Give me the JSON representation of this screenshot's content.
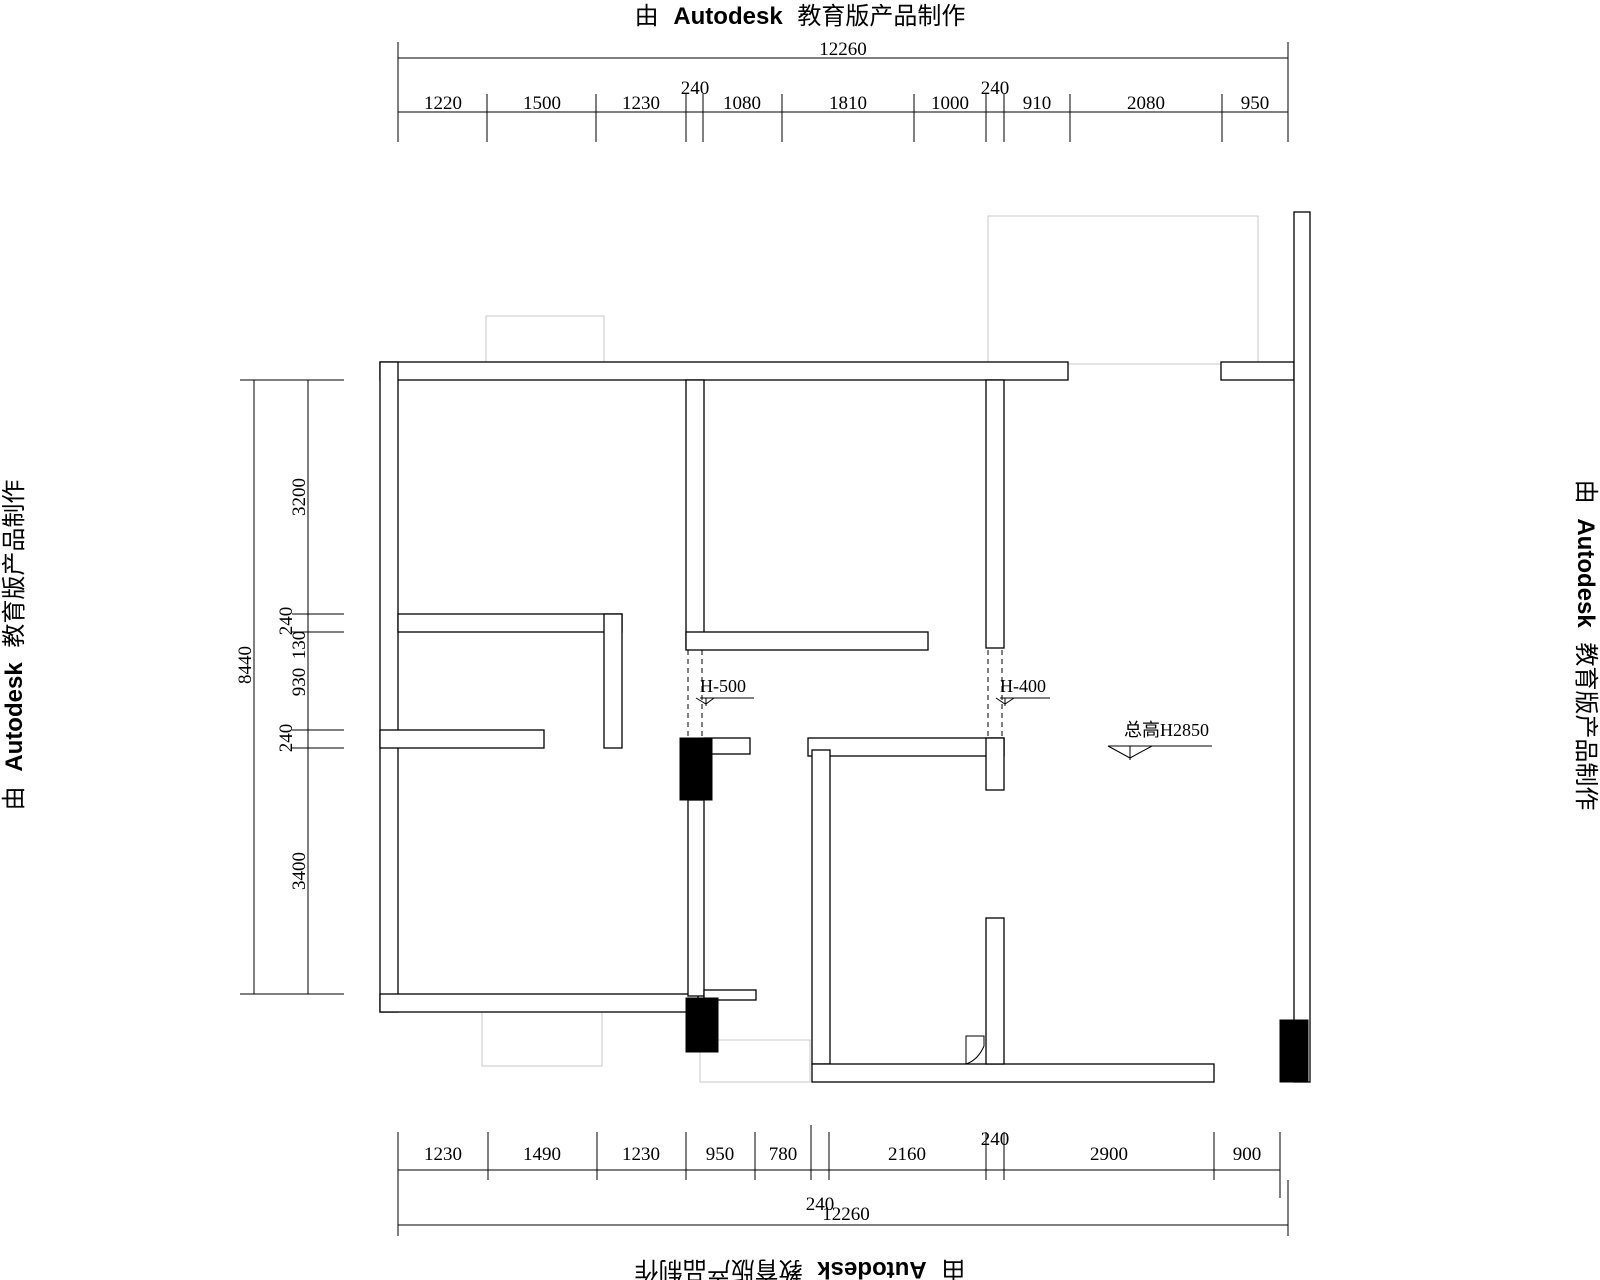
{
  "watermark": {
    "prefix": "由",
    "brand": "Autodesk",
    "suffix": "教育版产品制作"
  },
  "top_dimensions": {
    "total": "12260",
    "segments": [
      "1220",
      "1500",
      "1230",
      "240",
      "1080",
      "1810",
      "1000",
      "240",
      "910",
      "2080",
      "950"
    ]
  },
  "bottom_dimensions": {
    "total": "12260",
    "extra": "240",
    "segments": [
      "1230",
      "1490",
      "1230",
      "950",
      "780",
      "2160",
      "240",
      "2900",
      "900"
    ]
  },
  "left_dimensions": {
    "total": "8440",
    "segments": [
      "3200",
      "240",
      "130",
      "930",
      "240",
      "3400"
    ]
  },
  "height_labels": {
    "beam_left": "H-500",
    "beam_right": "H-400",
    "ceiling": "总高H2850"
  }
}
